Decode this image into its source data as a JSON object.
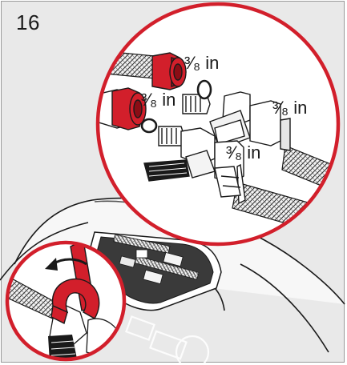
{
  "step": {
    "number": "16"
  },
  "labels": {
    "top_fitting": "³⁄₈ in",
    "left_fitting": "³⁄₈ in",
    "right_fitting": "³⁄₈ in",
    "lower_fitting": "³⁄₈ in"
  },
  "colors": {
    "accent_red": "#d21f2b",
    "background_gray": "#e9e9e9",
    "line": "#1a1a1a"
  },
  "icons": {
    "rotation_arrow": "curved-arrow-counterclockwise",
    "wrench": "open-end-wrench"
  }
}
